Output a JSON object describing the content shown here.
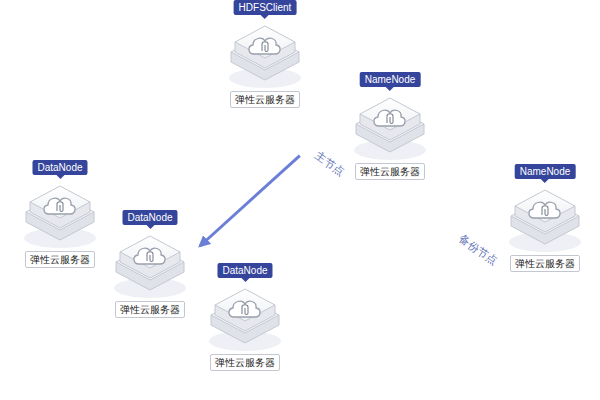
{
  "diagram": {
    "nodes": [
      {
        "text": [
          "HDFSClient",
          "弹性云服务器"
        ]
      },
      {
        "text": [
          "主节点"
        ]
      },
      {
        "text": [
          "NameNode",
          "弹性云服务器"
        ],
        "in": 1
      },
      {
        "text": [
          "DataNode",
          "弹性云服务器"
        ]
      },
      {
        "text": [
          "DataNode",
          "弹性云服务器"
        ]
      },
      {
        "text": [
          "备份节点"
        ]
      },
      {
        "text": [
          "NameNode",
          "弹性云服务器"
        ],
        "in": 5
      },
      {
        "text": [
          "DataNode",
          "弹性云服务器"
        ]
      }
    ],
    "edges": [
      {
        "from": 1,
        "to": 4,
        "arrow": "to"
      }
    ]
  }
}
